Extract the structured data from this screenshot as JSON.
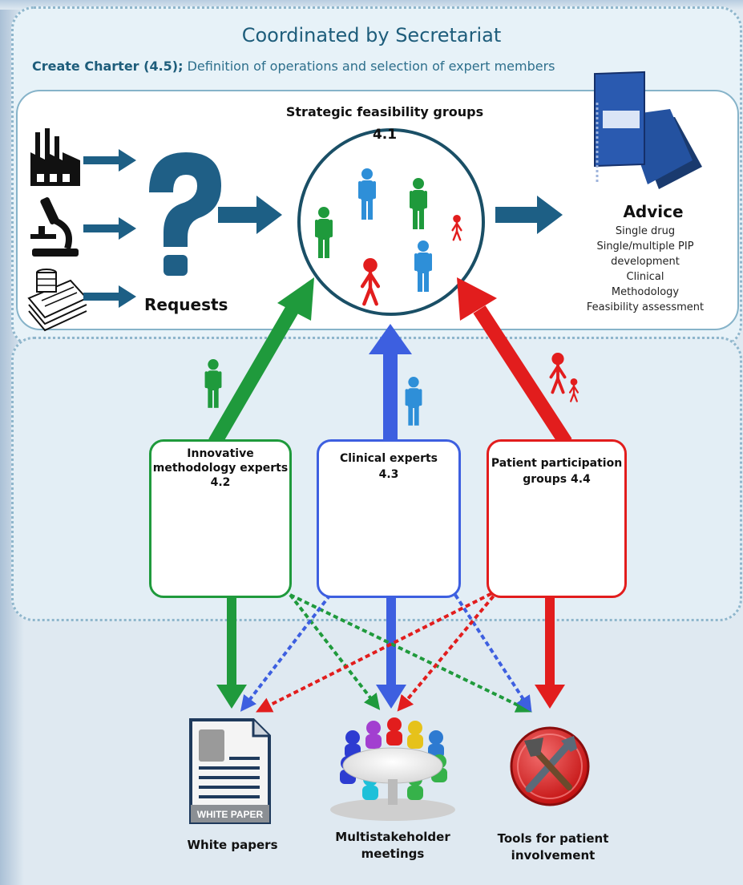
{
  "header": {
    "title": "Coordinated by Secretariat",
    "subtitle_bold": "Create Charter (4.5);",
    "subtitle_rest": " Definition of operations and selection of expert members"
  },
  "center": {
    "title": "Strategic feasibility groups",
    "number": "4.1"
  },
  "inputs": {
    "requests_label": "Requests",
    "icons": [
      "factory-icon",
      "microscope-icon",
      "money-stack-icon",
      "question-mark-icon"
    ]
  },
  "advice": {
    "heading": "Advice",
    "items": [
      "Single drug",
      "Single/multiple PIP",
      "development",
      "Clinical",
      "Methodology",
      "Feasibility assessment"
    ]
  },
  "groups": [
    {
      "line1": "Innovative",
      "line2": "methodology experts",
      "line3": "4.2",
      "color": "#1f9a3c"
    },
    {
      "line1": "Clinical experts",
      "line2": "4.3",
      "color": "#3d5fe0"
    },
    {
      "line1": "Patient participation",
      "line2": "groups 4.4",
      "color": "#e21d1d"
    }
  ],
  "outputs": [
    {
      "line1": "White papers",
      "line2": "",
      "icon_text": "WHITE PAPER"
    },
    {
      "line1": "Multistakeholder",
      "line2": "meetings"
    },
    {
      "line1": "Tools for patient",
      "line2": "involvement"
    }
  ],
  "colors": {
    "green": "#1f9a3c",
    "blue": "#3d5fe0",
    "blue_person": "#2e8fd8",
    "red": "#e21d1d",
    "navy": "#1d5f85"
  }
}
